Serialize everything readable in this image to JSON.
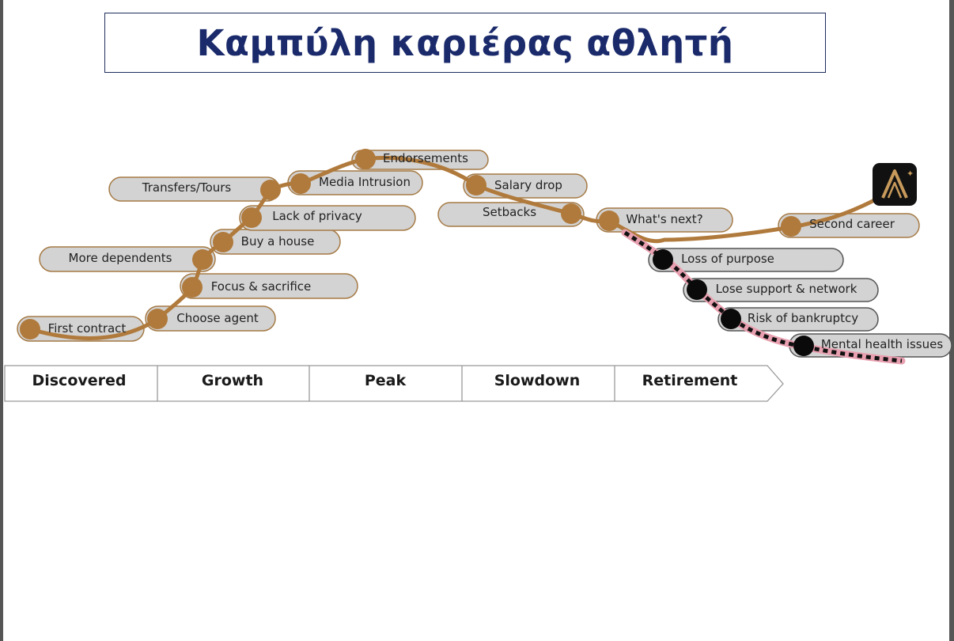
{
  "title": "Καμπύλη καριέρας αθλητή",
  "colors": {
    "curve": "#b07a3c",
    "dot_positive": "#b07a3c",
    "dot_negative": "#0a0a0a",
    "dashed_overlay": "#e8a0b0",
    "pill_fill": "#d3d3d3",
    "pill_stroke": "#a57a45",
    "title_text": "#1a2a6b",
    "logo_bg": "#111111",
    "logo_fg": "#c79a5b"
  },
  "logo": {
    "icon": "brand-a-star-logo"
  },
  "stages": [
    "Discovered",
    "Growth",
    "Peak",
    "Slowdown",
    "Retirement"
  ],
  "milestones": [
    {
      "label": "First contract",
      "kind": "positive"
    },
    {
      "label": "Choose agent",
      "kind": "positive"
    },
    {
      "label": "Focus & sacrifice",
      "kind": "positive"
    },
    {
      "label": "More dependents",
      "kind": "positive"
    },
    {
      "label": "Buy a house",
      "kind": "positive"
    },
    {
      "label": "Lack of privacy",
      "kind": "positive"
    },
    {
      "label": "Transfers/Tours",
      "kind": "positive"
    },
    {
      "label": "Media Intrusion",
      "kind": "positive"
    },
    {
      "label": "Endorsements",
      "kind": "positive"
    },
    {
      "label": "Salary drop",
      "kind": "positive"
    },
    {
      "label": "Setbacks",
      "kind": "positive"
    },
    {
      "label": "What's next?",
      "kind": "positive"
    },
    {
      "label": "Second career",
      "kind": "positive"
    },
    {
      "label": "Loss of purpose",
      "kind": "negative"
    },
    {
      "label": "Lose support & network",
      "kind": "negative"
    },
    {
      "label": "Risk of bankruptcy",
      "kind": "negative"
    },
    {
      "label": "Mental health issues",
      "kind": "negative"
    }
  ]
}
